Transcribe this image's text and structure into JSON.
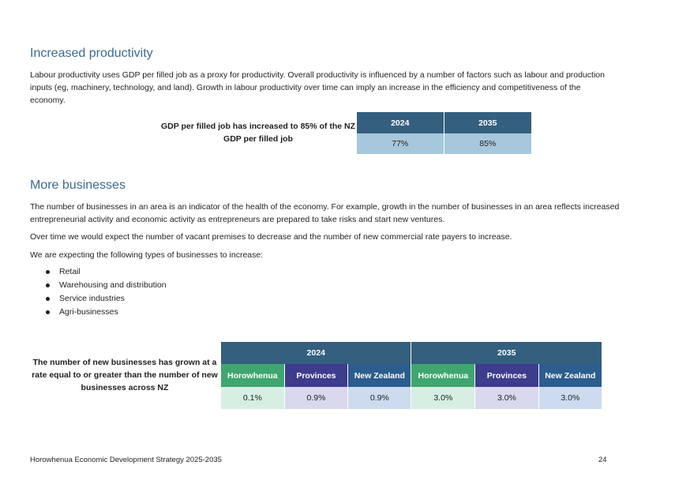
{
  "section1": {
    "heading": "Increased productivity",
    "para_lines": [
      "Labour productivity uses GDP per filled job as a proxy for productivity. Overall productivity is influenced by a number of factors such as labour and production",
      "inputs (eg, machinery, technology, and land). Growth in labour productivity over time can imply an increase in the efficiency and competitiveness of the",
      "economy."
    ],
    "table_label_lines": [
      "GDP per filled job has increased to 85% of the NZ",
      "GDP per filled job"
    ],
    "table": {
      "headers": [
        "2024",
        "2035"
      ],
      "values": [
        "77%",
        "85%"
      ]
    }
  },
  "section2": {
    "heading": "More businesses",
    "para1_lines": [
      "The number of businesses in an area is an indicator of the health of the economy. For example, growth in the number of businesses in an area reflects increased",
      "entrepreneurial activity and economic activity as entrepreneurs are prepared to take risks and start new ventures."
    ],
    "para2": "Over time we would expect the number of vacant premises to decrease and the number of new commercial rate payers to increase.",
    "para3": "We are expecting the following types of businesses to increase:",
    "bullets": [
      "Retail",
      "Warehousing and distribution",
      "Service industries",
      "Agri-businesses"
    ],
    "table_label_lines": [
      "The number of new businesses has grown at a",
      "rate equal to or greater than the number of new",
      "businesses across NZ"
    ],
    "table": {
      "years": [
        "2024",
        "2035"
      ],
      "columns": [
        "Horowhenua",
        "Provinces",
        "New Zealand",
        "Horowhenua",
        "Provinces",
        "New Zealand"
      ],
      "values": [
        "0.1%",
        "0.9%",
        "0.9%",
        "3.0%",
        "3.0%",
        "3.0%"
      ]
    }
  },
  "footer": {
    "title": "Horowhenua Economic Development Strategy 2025-2035",
    "page_number": "24"
  }
}
